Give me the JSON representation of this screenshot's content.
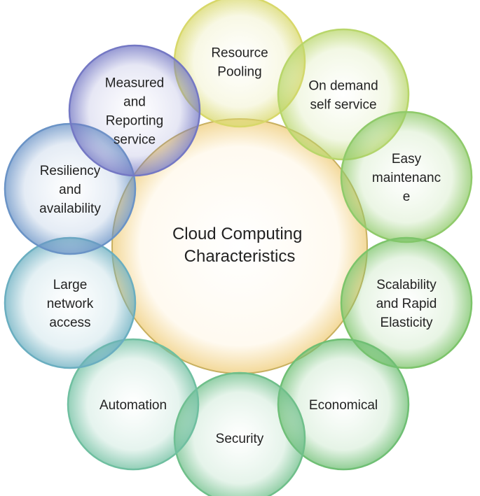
{
  "center": {
    "lines": [
      "Cloud Computing",
      "Characteristics"
    ]
  },
  "nodes": [
    {
      "id": "resource-pooling",
      "lines": [
        "Resource",
        "Pooling"
      ],
      "color": "#d8d86a"
    },
    {
      "id": "on-demand-self-service",
      "lines": [
        "On demand",
        "self service"
      ],
      "color": "#b8d66a"
    },
    {
      "id": "easy-maintenance",
      "lines": [
        "Easy",
        "maintenanc",
        "e"
      ],
      "color": "#8fca6a"
    },
    {
      "id": "scalability-rapid-elasticity",
      "lines": [
        "Scalability",
        "and Rapid",
        "Elasticity"
      ],
      "color": "#7cc46a"
    },
    {
      "id": "economical",
      "lines": [
        "Economical"
      ],
      "color": "#6fbf74"
    },
    {
      "id": "security",
      "lines": [
        "Security"
      ],
      "color": "#6fbf8a"
    },
    {
      "id": "automation",
      "lines": [
        "Automation"
      ],
      "color": "#6fbfa0"
    },
    {
      "id": "large-network-access",
      "lines": [
        "Large",
        "network",
        "access"
      ],
      "color": "#6aaec0"
    },
    {
      "id": "resiliency-availability",
      "lines": [
        "Resiliency",
        "and",
        "availability"
      ],
      "color": "#6a93c6"
    },
    {
      "id": "measured-reporting-service",
      "lines": [
        "Measured",
        "and",
        "Reporting",
        "service"
      ],
      "color": "#7478c4"
    }
  ]
}
